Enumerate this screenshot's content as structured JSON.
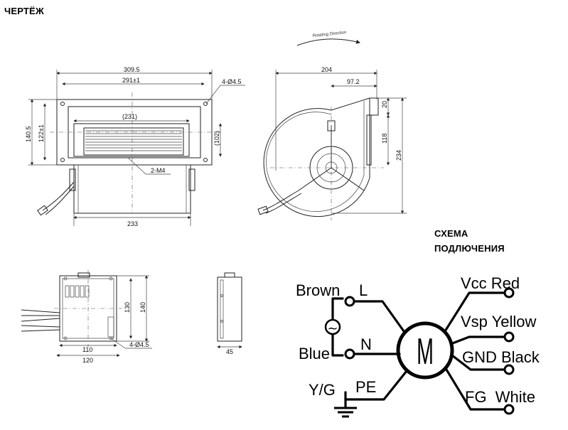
{
  "title": "ЧЕРТЁЖ",
  "wiring_title": [
    "СХЕМА",
    "ПОДЛЮЧЕНИЯ"
  ],
  "front_view": {
    "dim_overall_width": "309.5",
    "dim_hole_spacing": "291±1",
    "dim_outlet_width": "(231)",
    "dim_overall_height": "140.5",
    "dim_hole_height": "122±1",
    "dim_outlet_height": "(102)",
    "dim_bottom_width": "233",
    "hole_note": "4-Ø4.5",
    "screw_note": "2-M4"
  },
  "side_view": {
    "rotating_direction": "Rotating Direction",
    "dim_depth": "204",
    "dim_center": "97.2",
    "dim_flange": "20",
    "dim_outlet": "118",
    "dim_height": "234"
  },
  "box_view": {
    "dim_inner_width": "110",
    "dim_outer_width": "120",
    "dim_inner_height": "130",
    "dim_outer_height": "140",
    "hole_note": "4-Ø4.5"
  },
  "box_side_view": {
    "dim_depth": "45"
  },
  "wiring": {
    "motor_label": "M",
    "left": {
      "brown": "Brown",
      "L": "L",
      "blue": "Blue",
      "N": "N",
      "yg": "Y/G",
      "PE": "PE",
      "ac_symbol": "~"
    },
    "right": {
      "vcc": "Vcc Red",
      "vsp": "Vsp Yellow",
      "gnd": "GND Black",
      "fg": "FG  White"
    }
  }
}
